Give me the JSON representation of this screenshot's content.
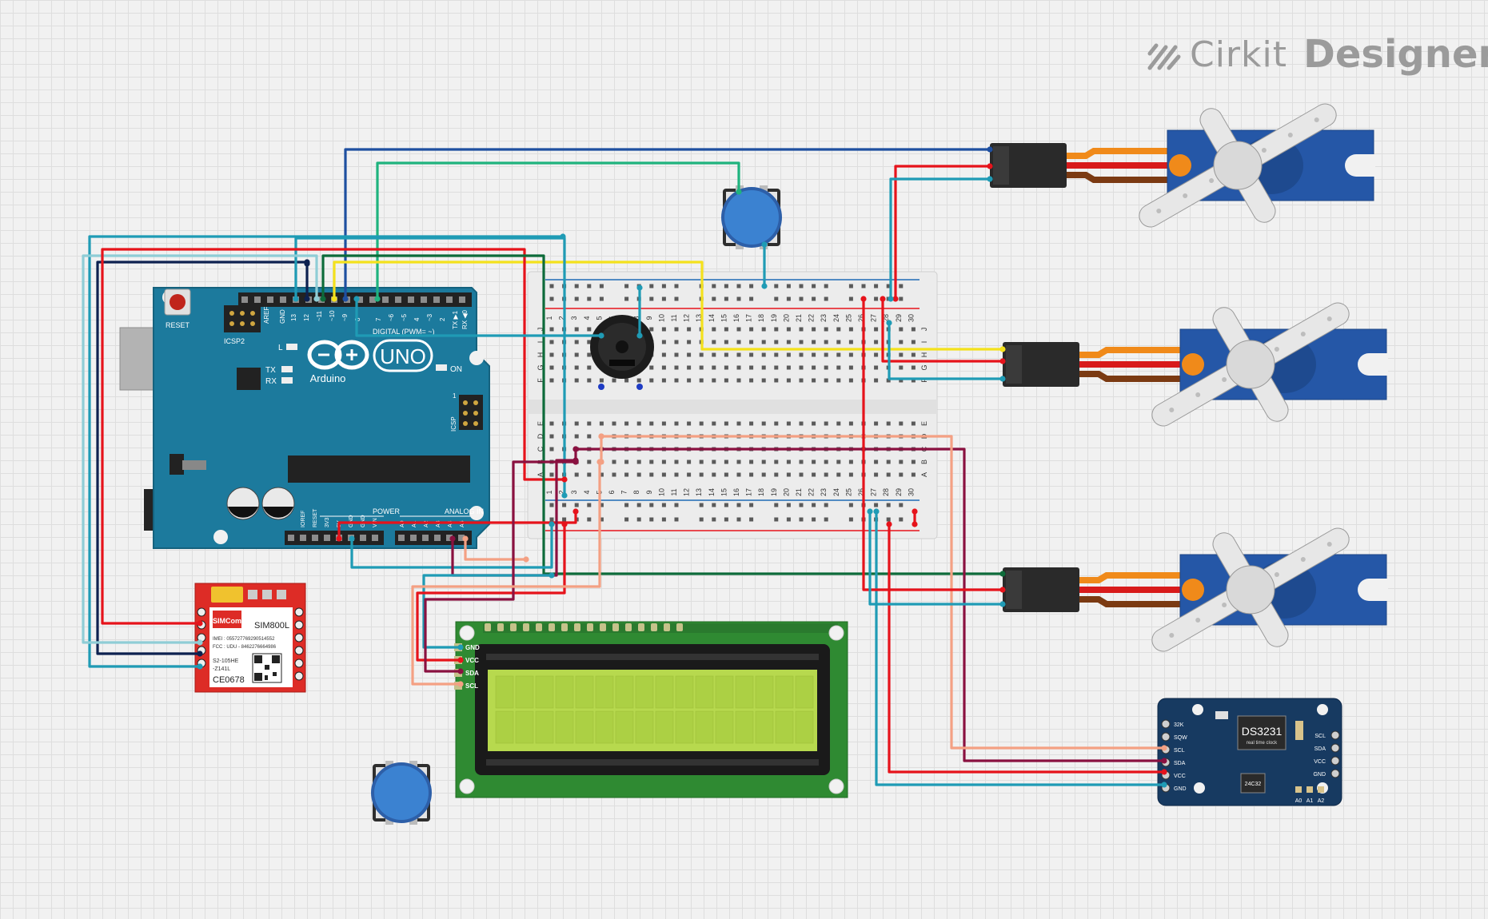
{
  "brand": {
    "name_part1": "Cirkit",
    "name_part2": "Designer"
  },
  "arduino": {
    "model": "UNO",
    "maker": "Arduino",
    "reset": "RESET",
    "icsp2": "ICSP2",
    "icsp": "ICSP",
    "digital_label": "DIGITAL (PWM= ~)",
    "power_label": "POWER",
    "analog_label": "ANALOG IN",
    "aref": "AREF",
    "gnd": "GND",
    "led_l": "L",
    "led_tx": "TX",
    "led_rx": "RX",
    "led_on": "ON",
    "tx_pin": "TX ▶1",
    "rx_pin": "RX ◀0",
    "icsp_one": "1",
    "digital_pins": [
      "13",
      "12",
      "~11",
      "~10",
      "~9",
      "8",
      "7",
      "~6",
      "~5",
      "4",
      "~3",
      "2"
    ],
    "power_pins": [
      "IOREF",
      "RESET",
      "3V3",
      "5V",
      "GND",
      "GND",
      "VIN"
    ],
    "analog_pins": [
      "A0",
      "A1",
      "A2",
      "A3",
      "A4",
      "A5"
    ]
  },
  "breadboard": {
    "columns": [
      "1",
      "2",
      "3",
      "4",
      "5",
      "6",
      "7",
      "8",
      "9",
      "10",
      "11",
      "12",
      "13",
      "14",
      "15",
      "16",
      "17",
      "18",
      "19",
      "20",
      "21",
      "22",
      "23",
      "24",
      "25",
      "26",
      "27",
      "28",
      "29",
      "30"
    ],
    "rows_top": [
      "J",
      "I",
      "H",
      "G",
      "F"
    ],
    "rows_bottom": [
      "E",
      "D",
      "C",
      "B",
      "A"
    ]
  },
  "gsm": {
    "model": "SIM800L",
    "brand": "SIMCom",
    "imei": "IMEI : 055727769290514552",
    "fcc": "FCC : UDU - 8462276664986",
    "code1": "S2-105HE",
    "code2": "-Z141L",
    "code3": "CE0678"
  },
  "lcd": {
    "pins": [
      "GND",
      "VCC",
      "SDA",
      "SCL"
    ]
  },
  "rtc": {
    "chip": "DS3231",
    "subtitle": "real time clock",
    "eeprom": "24C32",
    "left_pins": [
      "32K",
      "SQW",
      "SCL",
      "SDA",
      "VCC",
      "GND"
    ],
    "right_pins": [
      "SCL",
      "SDA",
      "VCC",
      "GND"
    ],
    "addr_pins": [
      "A0",
      "A1",
      "A2"
    ]
  },
  "colors": {
    "board_blue": "#1c7a9d",
    "wire_red": "#e6131b",
    "wire_teal": "#1f9bb5",
    "wire_navy": "#0d2150",
    "wire_dark_green": "#0d6b3a",
    "wire_yellow": "#f4e11c",
    "wire_green": "#1fb37e",
    "wire_maroon": "#8a1140",
    "wire_salmon": "#f4a083",
    "wire_blue": "#1e4fa0",
    "servo_blue": "#2557a7",
    "lcd_green": "#2f8a32",
    "lcd_screen": "#b7d94e",
    "gsm_red": "#dd2c26",
    "rtc_navy": "#173a61"
  }
}
